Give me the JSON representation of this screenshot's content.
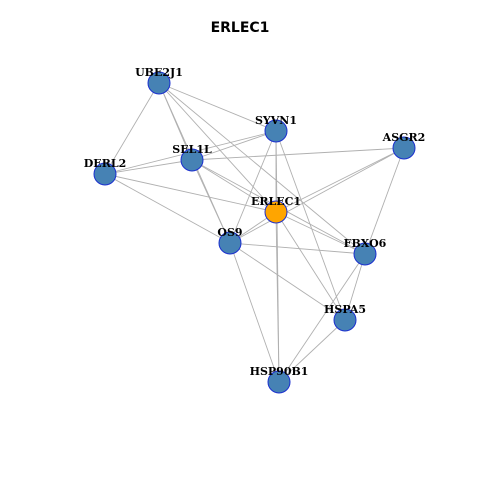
{
  "title": "ERLEC1",
  "colors": {
    "node_fill": "#4682b4",
    "node_stroke": "#1b2fcf",
    "center_fill": "#ffa500",
    "edge": "#b0b0b0"
  },
  "nodes": [
    {
      "id": "UBE2J1",
      "label": "UBE2J1",
      "center": false
    },
    {
      "id": "SYVN1",
      "label": "SYVN1",
      "center": false
    },
    {
      "id": "ASGR2",
      "label": "ASGR2",
      "center": false
    },
    {
      "id": "SEL1L",
      "label": "SEL1L",
      "center": false
    },
    {
      "id": "DERL2",
      "label": "DERL2",
      "center": false
    },
    {
      "id": "ERLEC1",
      "label": "ERLEC1",
      "center": true
    },
    {
      "id": "OS9",
      "label": "OS9",
      "center": false
    },
    {
      "id": "FBXO6",
      "label": "FBXO6",
      "center": false
    },
    {
      "id": "HSPA5",
      "label": "HSPA5",
      "center": false
    },
    {
      "id": "HSP90B1",
      "label": "HSP90B1",
      "center": false
    }
  ],
  "edges": [
    [
      "UBE2J1",
      "DERL2"
    ],
    [
      "UBE2J1",
      "SEL1L"
    ],
    [
      "UBE2J1",
      "SYVN1"
    ],
    [
      "UBE2J1",
      "ERLEC1"
    ],
    [
      "UBE2J1",
      "OS9"
    ],
    [
      "UBE2J1",
      "FBXO6"
    ],
    [
      "DERL2",
      "SEL1L"
    ],
    [
      "DERL2",
      "SYVN1"
    ],
    [
      "DERL2",
      "ERLEC1"
    ],
    [
      "DERL2",
      "OS9"
    ],
    [
      "SEL1L",
      "SYVN1"
    ],
    [
      "SEL1L",
      "ERLEC1"
    ],
    [
      "SEL1L",
      "OS9"
    ],
    [
      "SEL1L",
      "FBXO6"
    ],
    [
      "SEL1L",
      "ASGR2"
    ],
    [
      "SYVN1",
      "ERLEC1"
    ],
    [
      "SYVN1",
      "OS9"
    ],
    [
      "SYVN1",
      "HSPA5"
    ],
    [
      "SYVN1",
      "HSP90B1"
    ],
    [
      "ASGR2",
      "ERLEC1"
    ],
    [
      "ASGR2",
      "OS9"
    ],
    [
      "ASGR2",
      "FBXO6"
    ],
    [
      "ERLEC1",
      "OS9"
    ],
    [
      "ERLEC1",
      "FBXO6"
    ],
    [
      "ERLEC1",
      "HSPA5"
    ],
    [
      "ERLEC1",
      "HSP90B1"
    ],
    [
      "OS9",
      "FBXO6"
    ],
    [
      "OS9",
      "HSPA5"
    ],
    [
      "OS9",
      "HSP90B1"
    ],
    [
      "FBXO6",
      "HSPA5"
    ],
    [
      "FBXO6",
      "HSP90B1"
    ],
    [
      "HSPA5",
      "HSP90B1"
    ]
  ]
}
